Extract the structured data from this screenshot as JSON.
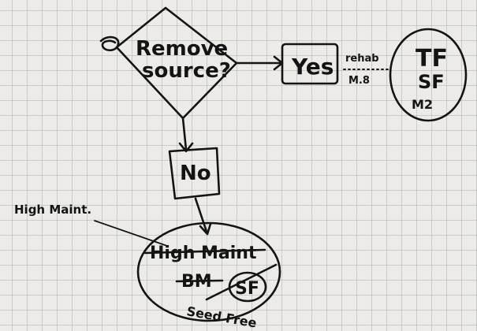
{
  "diagram": {
    "decision": {
      "line1": "Remove",
      "line2": "source?"
    },
    "yes_node": "Yes",
    "edge_label": {
      "top": "rehab",
      "bottom": "M.8"
    },
    "yes_outcome": {
      "line1": "TF",
      "line2": "SF",
      "line3": "M2"
    },
    "no_node": "No",
    "side_note": "High Maint.",
    "no_outcome": {
      "line1_struck": "High Maint",
      "line2_struck": "BM",
      "circled": "SF",
      "line3": "Seed Free"
    }
  }
}
